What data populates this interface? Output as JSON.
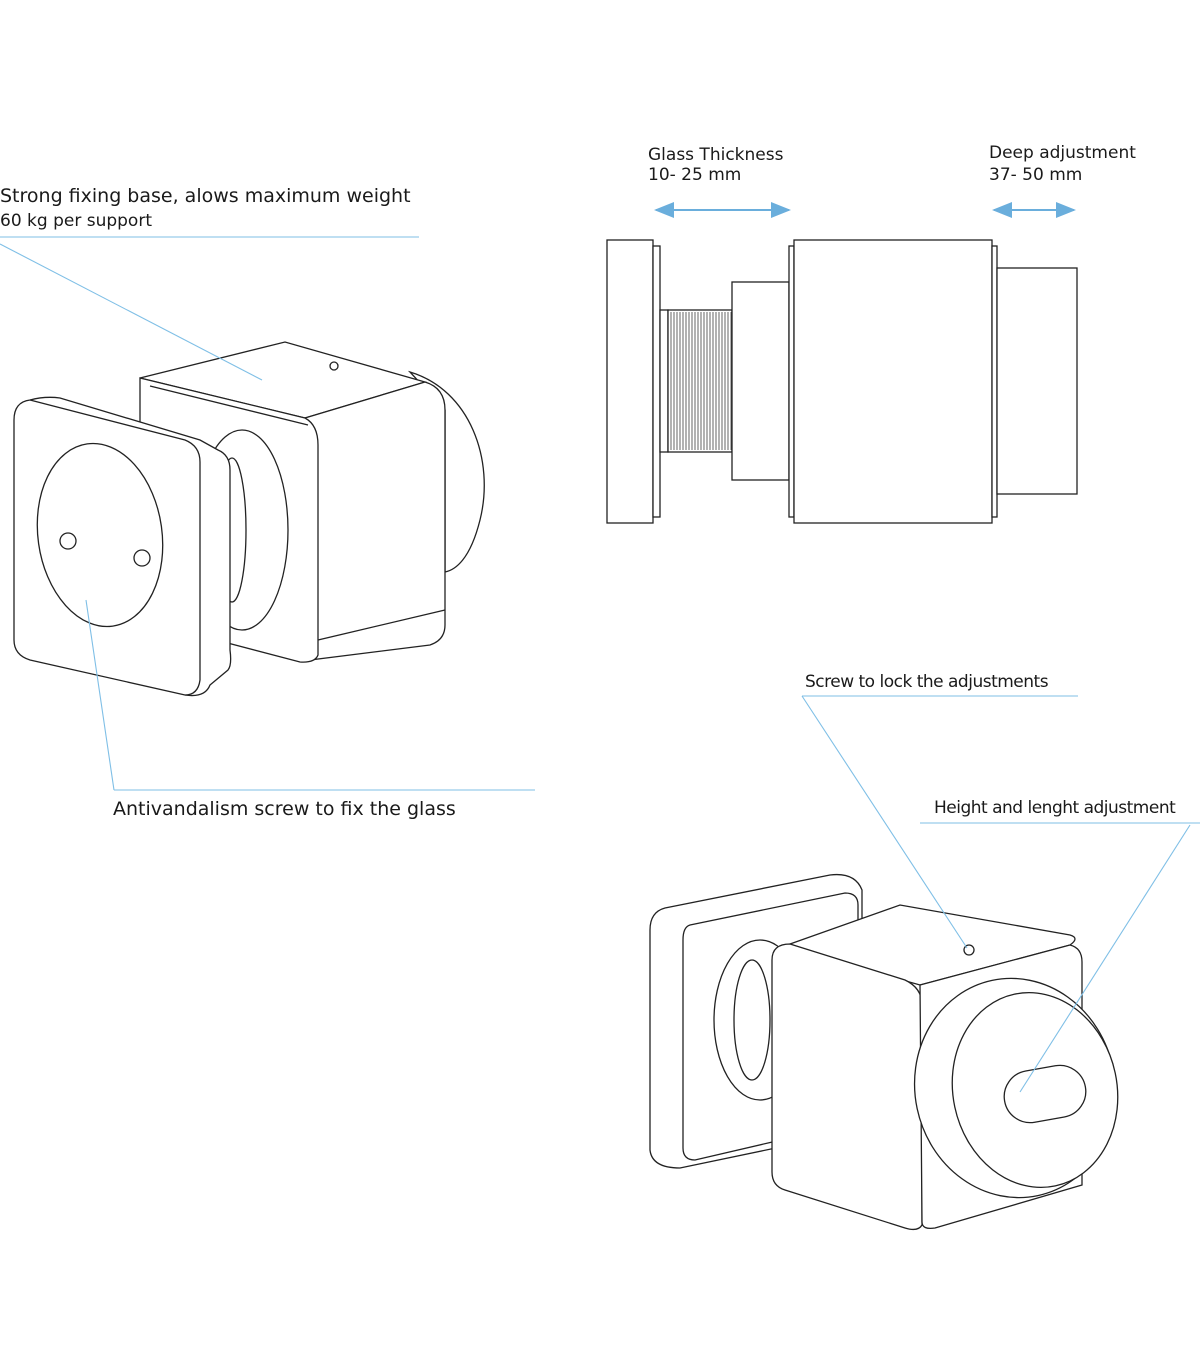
{
  "colors": {
    "line": "#222222",
    "leader": "#7fbfe6",
    "arrow": "#6aaedc",
    "text": "#1a1a1a"
  },
  "labels": {
    "fixing_base_title": "Strong fixing base, alows maximum weight",
    "fixing_base_sub": "60 kg per support",
    "antivandal": "Antivandalism screw to fix the glass",
    "glass_thickness_title": "Glass Thickness",
    "glass_thickness_range": "10- 25 mm",
    "deep_adjust_title": "Deep adjustment",
    "deep_adjust_range": "37- 50 mm",
    "lock_screw": "Screw to lock the adjustments",
    "height_length": "Height and lenght adjustment"
  },
  "icons": [
    "double-arrow-icon",
    "double-arrow-icon"
  ]
}
